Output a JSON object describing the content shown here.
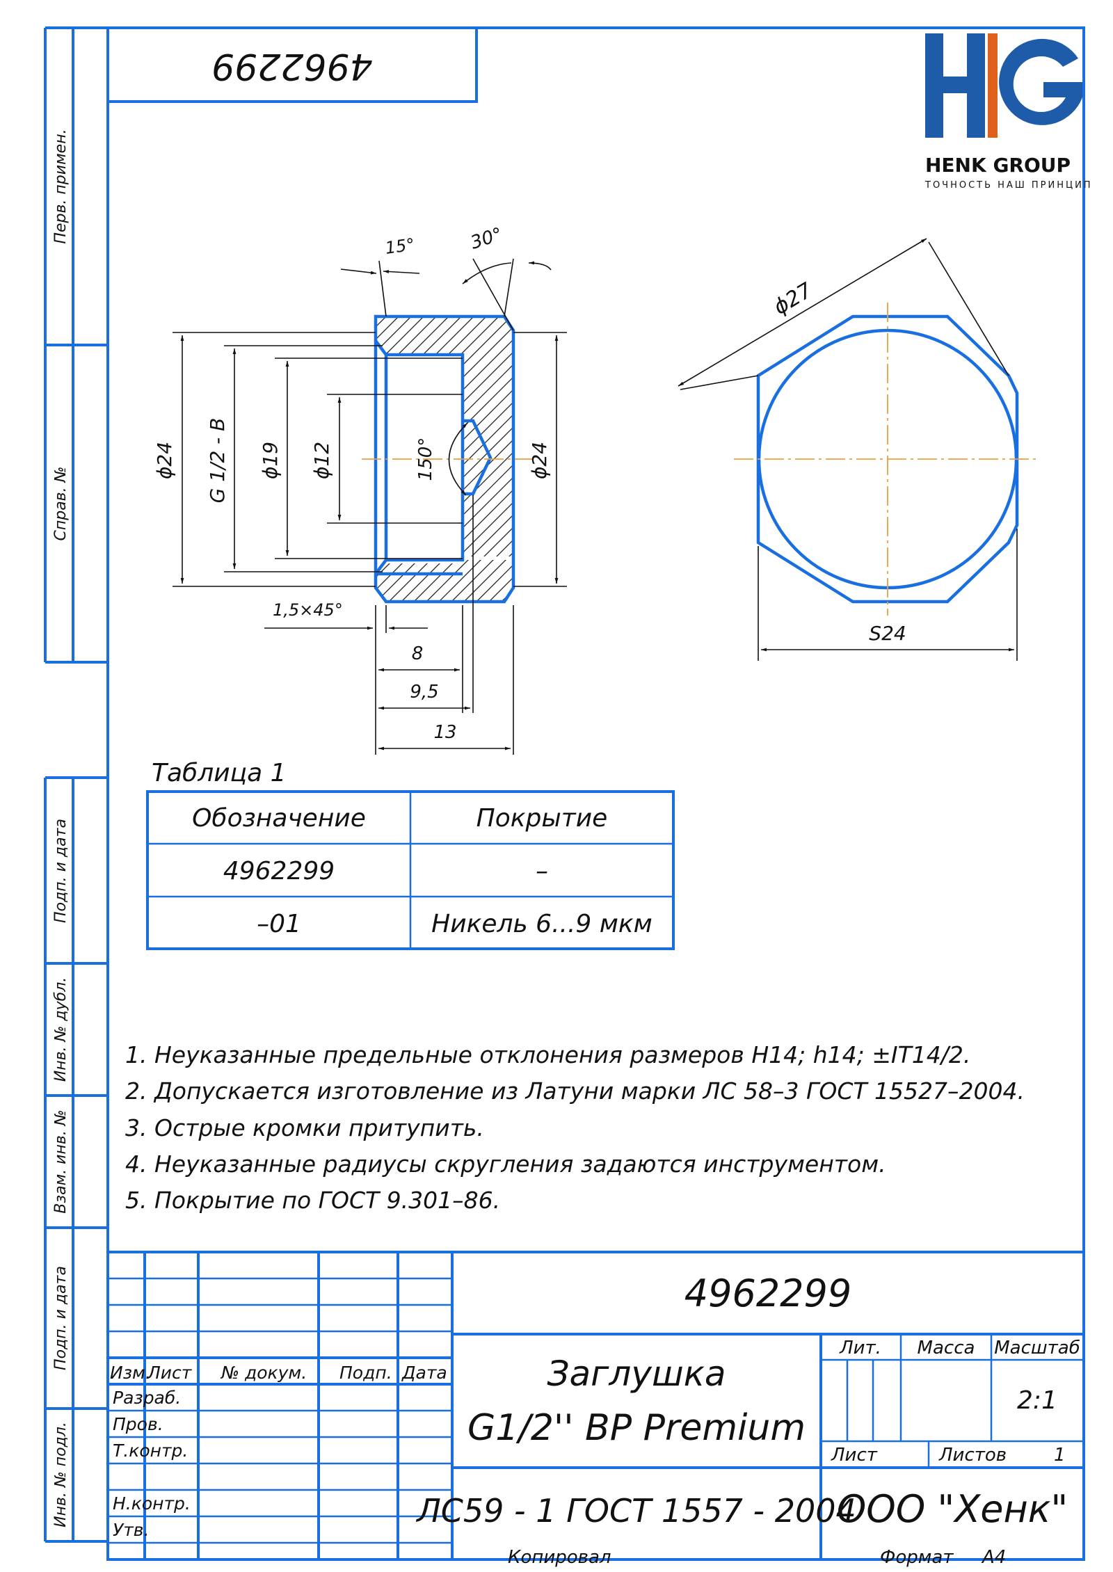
{
  "colors": {
    "line": "#1a6fe0",
    "dim": "#111111",
    "axis": "#e8a040",
    "logo_blue": "#1e5ba8",
    "logo_orange": "#e0611c"
  },
  "top_code": "4962299",
  "logo": {
    "name": "HENK GROUP",
    "tagline": "ТОЧНОСТЬ НАШ ПРИНЦИП"
  },
  "side_labels": [
    "Перв. примен.",
    "Справ. №",
    "Подп. и дата",
    "Инв. № дубл.",
    "Взам. инв. №",
    "Подп. и дата",
    "Инв. № подл."
  ],
  "dims": {
    "angle_15": "15°",
    "angle_30": "30°",
    "angle_150": "150°",
    "d24_left": "ϕ24",
    "thread": "G 1/2 - B",
    "d19": "ϕ19",
    "d12": "ϕ12",
    "d24_right": "ϕ24",
    "chamfer": "1,5×45°",
    "l8": "8",
    "l95": "9,5",
    "l13": "13",
    "d27": "ϕ27",
    "s24": "S24"
  },
  "table": {
    "title": "Таблица 1",
    "headers": [
      "Обозначение",
      "Покрытие"
    ],
    "rows": [
      [
        "4962299",
        "–"
      ],
      [
        "–01",
        "Никель 6...9 мкм"
      ]
    ]
  },
  "notes": [
    "1. Неуказанные предельные отклонения размеров H14; h14; ±IT14/2.",
    "2. Допускается изготовление из Латуни марки ЛС 58–3 ГОСТ 15527–2004.",
    "3. Острые кромки притупить.",
    "4. Неуказанные радиусы скругления задаются инструментом.",
    "5. Покрытие по ГОСТ 9.301–86."
  ],
  "title_block": {
    "code": "4962299",
    "name_line1": "Заглушка",
    "name_line2": "G1/2'' ВР Premium",
    "material": "ЛС59 - 1 ГОСТ 1557 - 2004",
    "company": "ООО \"Хенк\"",
    "lit_label": "Лит.",
    "mass_label": "Масса",
    "scale_label": "Масштаб",
    "scale": "2:1",
    "sheet_label": "Лист",
    "sheets_label": "Листов",
    "sheets": "1",
    "col_headers": [
      "Изм.",
      "Лист",
      "№ докум.",
      "Подп.",
      "Дата"
    ],
    "roles": [
      "Разраб.",
      "Пров.",
      "Т.контр.",
      "Н.контр.",
      "Утв."
    ]
  },
  "footer": {
    "copied": "Копировал",
    "format_label": "Формат",
    "format": "A4"
  }
}
